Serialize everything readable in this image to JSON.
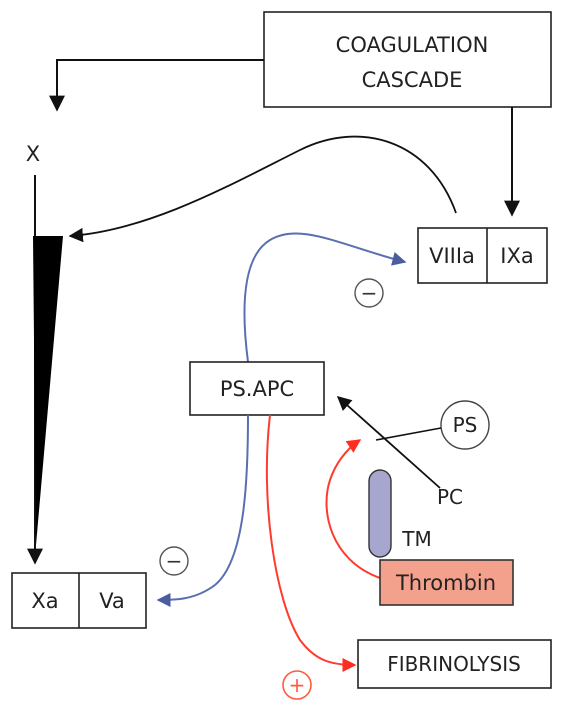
{
  "diagram": {
    "coagulation_cascade": [
      "COAGULATION",
      "CASCADE"
    ],
    "x_label": "X",
    "viiia": "VIIIa",
    "ixa": "IXa",
    "ps_apc": "PS.APC",
    "ps": "PS",
    "pc": "PC",
    "tm": "TM",
    "thrombin": "Thrombin",
    "xa": "Xa",
    "va": "Va",
    "fibrinolysis": "FIBRINOLYSIS",
    "minus_top": "−",
    "minus_bottom": "−",
    "plus": "+"
  },
  "colors": {
    "blue_arrow": "#5a6fb0",
    "red_arrow": "#ff3b2f",
    "thrombin_fill": "#f3a08c",
    "tm_fill": "#a6a6cf",
    "plus_circle": "#ff5a3c"
  }
}
